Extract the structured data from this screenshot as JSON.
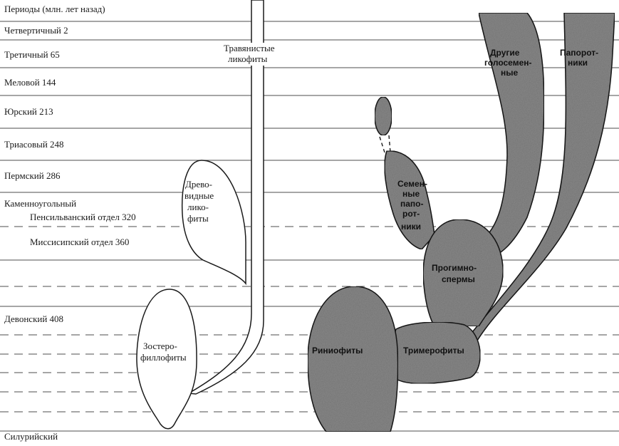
{
  "header": {
    "title": "Периоды (млн. лет назад)"
  },
  "periods": [
    {
      "id": "quaternary",
      "label": "Четвертичный  2"
    },
    {
      "id": "tertiary",
      "label": "Третичный  65"
    },
    {
      "id": "cretaceous",
      "label": "Меловой  144"
    },
    {
      "id": "jurassic",
      "label": "Юрский  213"
    },
    {
      "id": "triassic",
      "label": "Триасовый  248"
    },
    {
      "id": "permian",
      "label": "Пермский  286"
    },
    {
      "id": "carboniferous",
      "label": "Каменноугольный"
    },
    {
      "id": "pennsylvanian",
      "label": "Пенсильванский отдел  320"
    },
    {
      "id": "mississippian",
      "label": "Миссисипский отдел  360"
    },
    {
      "id": "devonian",
      "label": "Девонский   408"
    },
    {
      "id": "silurian",
      "label": "Силурийский"
    }
  ],
  "groups": {
    "herbaceous_lycophytes": [
      "Травянистые",
      "ликофиты"
    ],
    "tree_lycophytes": [
      "Древо-",
      "видные",
      "лико-",
      "фиты"
    ],
    "zosterophyllophytes": [
      "Зостеро-",
      "филлофиты"
    ],
    "rhyniophytes": [
      "Риниофиты"
    ],
    "trimerophytes": [
      "Тримерофиты"
    ],
    "progymnosperms": [
      "Прогимно-",
      "спермы"
    ],
    "seed_ferns": [
      "Семен-",
      "ные",
      "папо-",
      "рот-",
      "ники"
    ],
    "other_gymnosperms": [
      "Другие",
      "голосемен-",
      "ные"
    ],
    "ferns": [
      "Папорот-",
      "ники"
    ]
  },
  "colors": {
    "fill_dark": "#8a8a8a",
    "stroke": "#1a1a1a",
    "rule": "#4d4d4d"
  }
}
